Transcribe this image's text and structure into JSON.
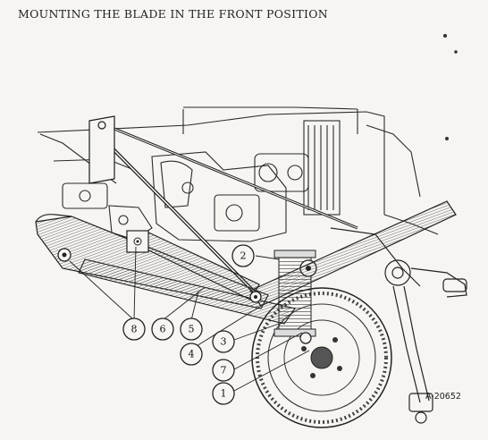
{
  "title": "MOUNTING THE BLADE IN THE FRONT POSITION",
  "figure_number": "A-20652",
  "callouts": [
    "1",
    "2",
    "3",
    "4",
    "5",
    "6",
    "7",
    "8"
  ]
}
